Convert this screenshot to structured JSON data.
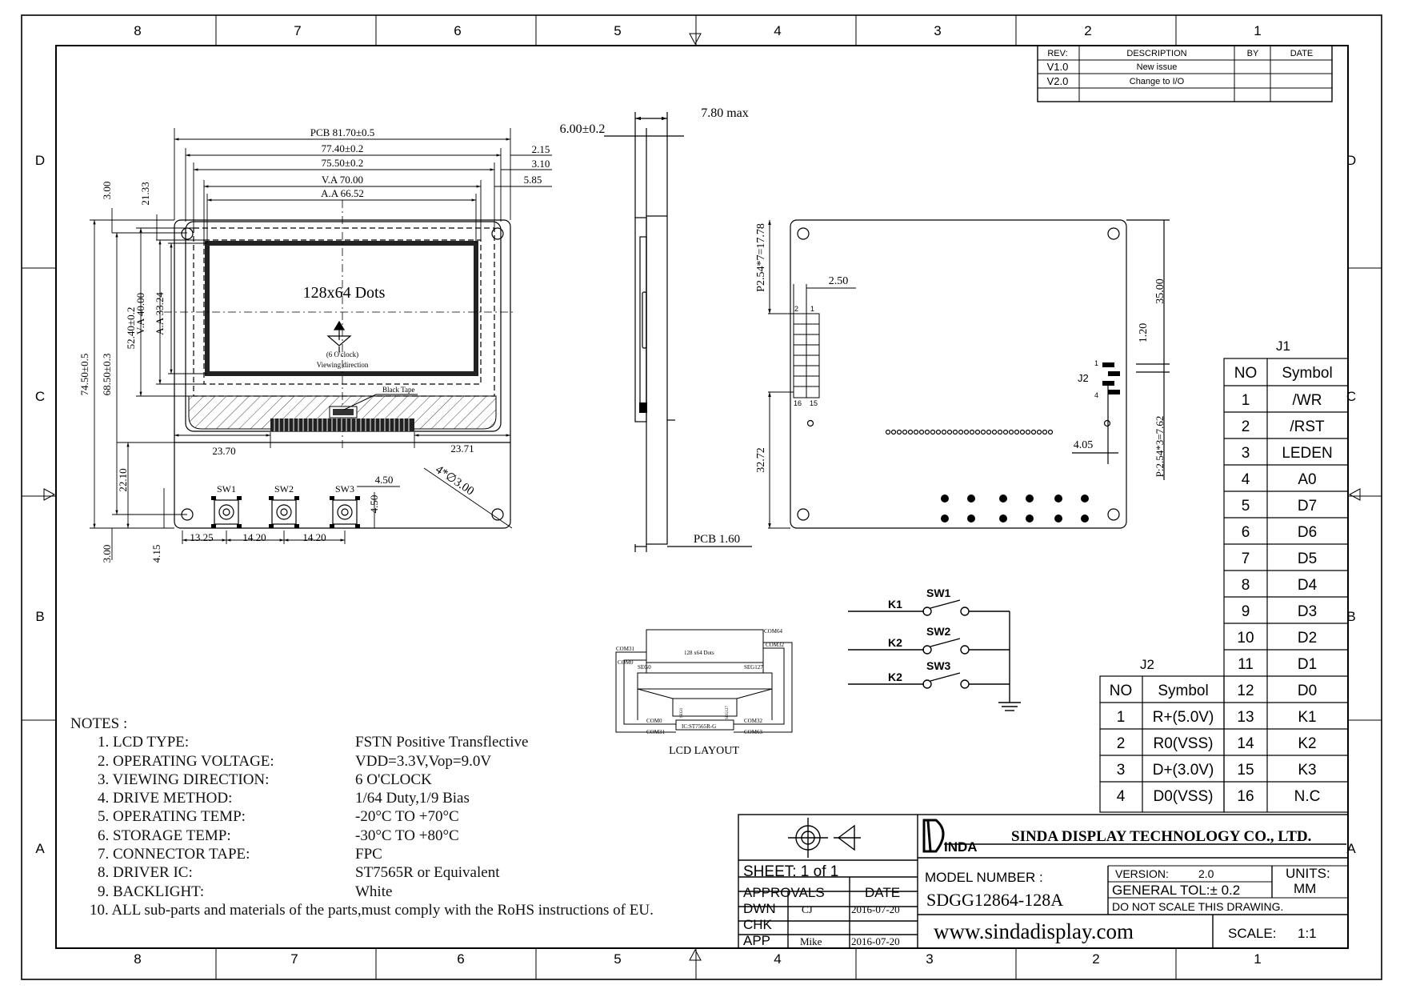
{
  "border": {
    "columns": [
      "8",
      "7",
      "6",
      "5",
      "4",
      "3",
      "2",
      "1"
    ],
    "rows": [
      "D",
      "C",
      "B",
      "A"
    ]
  },
  "revision_table": {
    "headers": [
      "REV:",
      "DESCRIPTION",
      "BY",
      "DATE"
    ],
    "rows": [
      {
        "rev": "V1.0",
        "description": "New issue",
        "by": "",
        "date": ""
      },
      {
        "rev": "V2.0",
        "description": "Change to I/O",
        "by": "",
        "date": ""
      }
    ]
  },
  "front_view": {
    "display_text": "128x64 Dots",
    "viewing_label_1": "(6 O'clock)",
    "viewing_label_2": "Viewing direction",
    "black_tape": "Black Tape",
    "dims": {
      "pcb": "PCB 81.70±0.5",
      "w774": "77.40±0.2",
      "w755": "75.50±0.2",
      "va": "V.A 70.00",
      "aa": "A.A 66.52",
      "r215": "2.15",
      "r310": "3.10",
      "r585": "5.85",
      "t300": "3.00",
      "t2133": "21.33",
      "h745": "74.50±0.5",
      "h685": "68.50±0.3",
      "h524": "52.40±0.2",
      "va40": "V.A 40.00",
      "aa3324": "A.A 33.24",
      "h2210": "22.10",
      "b300": "3.00",
      "b415": "4.15",
      "l2370": "23.70",
      "r2371": "23.71",
      "hole": "4*∅3.00",
      "s450": "4.50",
      "s450v": "4.50",
      "s1325": "13.25",
      "s1420a": "14.20",
      "s1420b": "14.20"
    },
    "switches": [
      "SW1",
      "SW2",
      "SW3"
    ]
  },
  "side_view": {
    "d600": "6.00±0.2",
    "d780": "7.80 max",
    "pcb": "PCB 1.60"
  },
  "back_view": {
    "pitch": "P2.54*7=17.78",
    "d250": "2.50",
    "d3272": "32.72",
    "d3500": "35.00",
    "d120": "1.20",
    "d405": "4.05",
    "pitch2": "P:2.54*3=7.62",
    "j2_label": "J2",
    "pin1": "1",
    "pin4": "4",
    "j1_pins": [
      "2",
      "1",
      "16",
      "15"
    ]
  },
  "circuit": {
    "keys": [
      "K1",
      "K2",
      "K2"
    ],
    "switches": [
      "SW1",
      "SW2",
      "SW3"
    ]
  },
  "lcd_layout": {
    "title": "LCD LAYOUT",
    "inner": "128 x64 Dots",
    "ic": "IC:ST7565R-G",
    "labels": {
      "com64": "COM64",
      "com32a": "COM32",
      "com31": "COM31",
      "com0": "COM0",
      "seg0": "SEG0",
      "seg127": "SEG127",
      "com0b": "COM0",
      "com31b": "COM31",
      "com32b": "COM32",
      "com63": "COM63",
      "seg0v": "SEG0",
      "seg127v": "SEG127"
    }
  },
  "j1_table": {
    "title": "J1",
    "headers": [
      "NO",
      "Symbol"
    ],
    "rows": [
      [
        "1",
        "/WR"
      ],
      [
        "2",
        "/RST"
      ],
      [
        "3",
        "LEDEN"
      ],
      [
        "4",
        "A0"
      ],
      [
        "5",
        "D7"
      ],
      [
        "6",
        "D6"
      ],
      [
        "7",
        "D5"
      ],
      [
        "8",
        "D4"
      ],
      [
        "9",
        "D3"
      ],
      [
        "10",
        "D2"
      ],
      [
        "11",
        "D1"
      ],
      [
        "12",
        "D0"
      ],
      [
        "13",
        "K1"
      ],
      [
        "14",
        "K2"
      ],
      [
        "15",
        "K3"
      ],
      [
        "16",
        "N.C"
      ]
    ]
  },
  "j2_table": {
    "title": "J2",
    "headers": [
      "NO",
      "Symbol"
    ],
    "rows": [
      [
        "1",
        "R+(5.0V)"
      ],
      [
        "2",
        "R0(VSS)"
      ],
      [
        "3",
        "D+(3.0V)"
      ],
      [
        "4",
        "D0(VSS)"
      ]
    ]
  },
  "notes": {
    "heading": "NOTES :",
    "items": [
      {
        "k": "1. LCD TYPE:",
        "v": "FSTN   Positive Transflective"
      },
      {
        "k": "2. OPERATING VOLTAGE:",
        "v": "VDD=3.3V,Vop=9.0V"
      },
      {
        "k": "3. VIEWING DIRECTION:",
        "v": "6 O'CLOCK"
      },
      {
        "k": "4. DRIVE METHOD:",
        "v": "1/64 Duty,1/9 Bias"
      },
      {
        "k": "5. OPERATING TEMP:",
        "v": "-20°C TO +70°C"
      },
      {
        "k": "6. STORAGE TEMP:",
        "v": "-30°C TO +80°C"
      },
      {
        "k": "7. CONNECTOR TAPE:",
        "v": "FPC"
      },
      {
        "k": "8. DRIVER IC:",
        "v": "ST7565R or Equivalent"
      },
      {
        "k": "9. BACKLIGHT:",
        "v": "White"
      }
    ],
    "last": "10. ALL sub-parts and materials of the parts,must comply with the RoHS instructions of EU."
  },
  "title_block": {
    "logo": "INDA",
    "company": "SINDA DISPLAY TECHNOLOGY  CO., LTD.",
    "sheet": "SHEET:  1  of  1",
    "approvals": "APPROVALS",
    "date_h": "DATE",
    "dwn": "DWN",
    "dwn_name": "CJ",
    "dwn_date": "2016-07-20",
    "chk": "CHK",
    "app": "APP",
    "app_name": "Mike",
    "app_date": "2016-07-20",
    "model_label": "MODEL  NUMBER :",
    "model": "SDGG12864-128A",
    "version_label": "VERSION:",
    "version": "2.0",
    "tol": "GENERAL  TOL:± 0.2",
    "units_label": "UNITS:",
    "units": "MM",
    "noscale": "DO  NOT  SCALE  THIS  DRAWING.",
    "web": "www.sindadisplay.com",
    "scale_label": "SCALE:",
    "scale": "1:1"
  }
}
